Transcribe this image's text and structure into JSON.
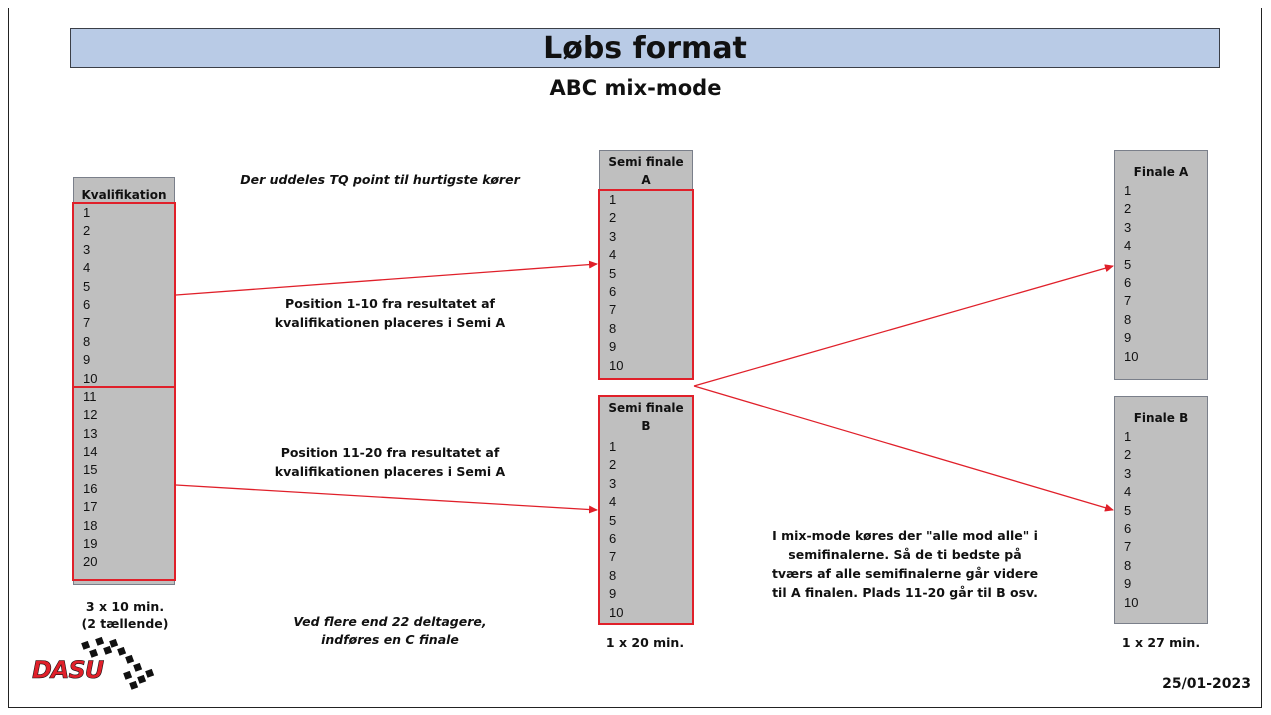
{
  "title": "Løbs format",
  "subtitle": "ABC mix-mode",
  "notes": {
    "tq": "Der uddeles TQ point til hurtigste kører",
    "semi_a_line1": "Position 1-10 fra resultatet af",
    "semi_a_line2": "kvalifikationen placeres i Semi A",
    "semi_b_line1": "Position 11-20 fra resultatet af",
    "semi_b_line2": "kvalifikationen placeres i Semi A",
    "extra_line1": "Ved flere end 22 deltagere,",
    "extra_line2": "indføres en C finale",
    "mix_line1": "I mix-mode køres der \"alle mod alle\" i",
    "mix_line2": "semifinalerne. Så de ti bedste på",
    "mix_line3": "tværs af alle semifinalerne går videre",
    "mix_line4": "til A finalen. Plads 11-20 går til B osv."
  },
  "qualification": {
    "header": "Kvalifikation",
    "rows": [
      "1",
      "2",
      "3",
      "4",
      "5",
      "6",
      "7",
      "8",
      "9",
      "10",
      "11",
      "12",
      "13",
      "14",
      "15",
      "16",
      "17",
      "18",
      "19",
      "20"
    ],
    "caption_line1": "3 x 10 min.",
    "caption_line2": "(2 tællende)"
  },
  "semi_a": {
    "header_line1": "Semi finale",
    "header_line2": "A",
    "rows": [
      "1",
      "2",
      "3",
      "4",
      "5",
      "6",
      "7",
      "8",
      "9",
      "10"
    ]
  },
  "semi_b": {
    "header_line1": "Semi finale",
    "header_line2": "B",
    "rows": [
      "1",
      "2",
      "3",
      "4",
      "5",
      "6",
      "7",
      "8",
      "9",
      "10"
    ],
    "caption": "1 x 20 min."
  },
  "final_a": {
    "header": "Finale A",
    "rows": [
      "1",
      "2",
      "3",
      "4",
      "5",
      "6",
      "7",
      "8",
      "9",
      "10"
    ]
  },
  "final_b": {
    "header": "Finale B",
    "rows": [
      "1",
      "2",
      "3",
      "4",
      "5",
      "6",
      "7",
      "8",
      "9",
      "10"
    ],
    "caption": "1 x 27 min."
  },
  "logo_text": "DASU",
  "date": "25/01-2023",
  "colors": {
    "banner": "#b9cbe6",
    "box_fill": "#bfbfbf",
    "highlight": "#e0202a"
  }
}
